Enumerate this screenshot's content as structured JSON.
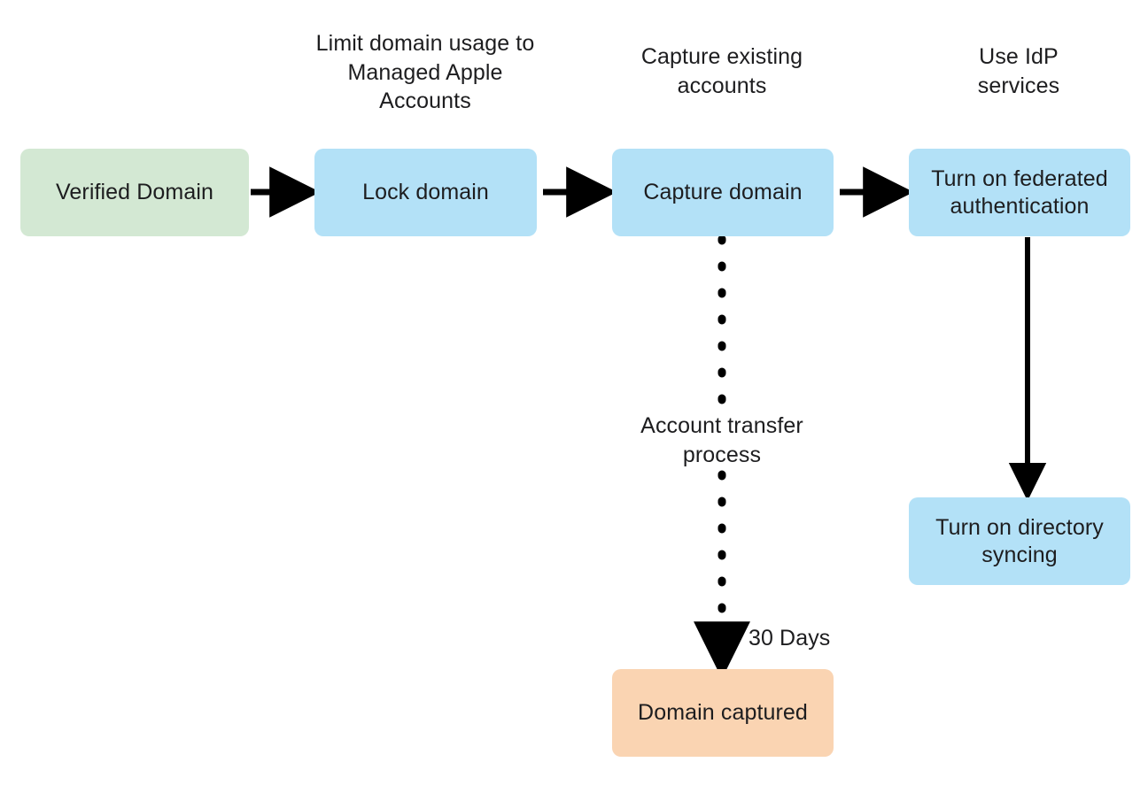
{
  "diagram": {
    "title": "Managed Apple Account domain capture and federation flow",
    "type": "flowchart",
    "background": "#ffffff",
    "colors": {
      "verified": "#d3e8d3",
      "step": "#b3e1f7",
      "result": "#fad4b2",
      "stroke": "#000000",
      "text": "#1d1d1f"
    },
    "captions": [
      {
        "id": "caption-lock-domain",
        "text": "Limit domain usage to Managed Apple Accounts",
        "for": "node-lock-domain"
      },
      {
        "id": "caption-capture-domain",
        "text": "Capture existing accounts",
        "for": "node-capture-domain"
      },
      {
        "id": "caption-federated-auth",
        "text": "Use IdP services",
        "for": "node-federated-auth"
      }
    ],
    "nodes": [
      {
        "id": "node-verified-domain",
        "label": "Verified Domain",
        "kind": "verified"
      },
      {
        "id": "node-lock-domain",
        "label": "Lock domain",
        "kind": "step"
      },
      {
        "id": "node-capture-domain",
        "label": "Capture domain",
        "kind": "step"
      },
      {
        "id": "node-federated-auth",
        "label": "Turn on federated authentication",
        "kind": "step"
      },
      {
        "id": "node-directory-syncing",
        "label": "Turn on directory syncing",
        "kind": "step"
      },
      {
        "id": "node-domain-captured",
        "label": "Domain captured",
        "kind": "result"
      }
    ],
    "edges": [
      {
        "id": "edge-verified-to-lock",
        "from": "node-verified-domain",
        "to": "node-lock-domain",
        "style": "solid",
        "direction": "right",
        "label": ""
      },
      {
        "id": "edge-lock-to-capture",
        "from": "node-lock-domain",
        "to": "node-capture-domain",
        "style": "solid",
        "direction": "right",
        "label": ""
      },
      {
        "id": "edge-capture-to-federated",
        "from": "node-capture-domain",
        "to": "node-federated-auth",
        "style": "solid",
        "direction": "right",
        "label": ""
      },
      {
        "id": "edge-federated-to-directory",
        "from": "node-federated-auth",
        "to": "node-directory-syncing",
        "style": "solid",
        "direction": "down",
        "label": ""
      },
      {
        "id": "edge-capture-to-domain-captured",
        "from": "node-capture-domain",
        "to": "node-domain-captured",
        "style": "dashed",
        "direction": "down",
        "label": "Account transfer process",
        "duration_label": "30 Days"
      }
    ],
    "edge_labels": {
      "account_transfer": "Account transfer process",
      "thirty_days": "30 Days"
    }
  }
}
